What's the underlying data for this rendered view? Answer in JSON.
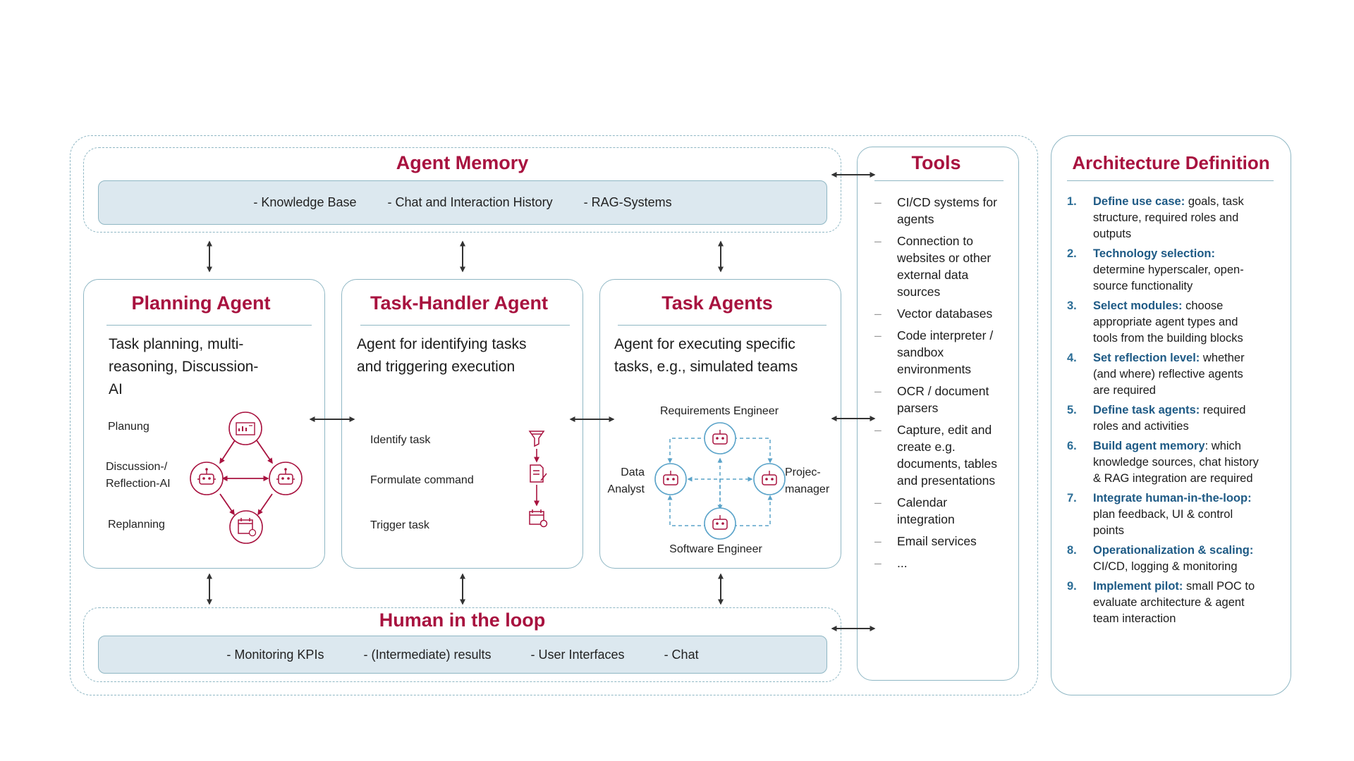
{
  "colors": {
    "accent": "#a8123f",
    "border": "#8fb7c4",
    "bar_fill": "#dce8ef",
    "arch_heading": "#1e5a85"
  },
  "memory": {
    "title": "Agent Memory",
    "items": [
      "- Knowledge Base",
      "- Chat and Interaction History",
      "- RAG-Systems"
    ]
  },
  "human": {
    "title": "Human in the loop",
    "items": [
      "- Monitoring KPIs",
      "- (Intermediate) results",
      "- User Interfaces",
      "- Chat"
    ]
  },
  "planning": {
    "title": "Planning Agent",
    "desc_lines": [
      "Task planning, multi-",
      "reasoning, Discussion-",
      "AI"
    ],
    "labels": {
      "planung": "Planung",
      "discussion_1": "Discussion-/",
      "discussion_2": "Reflection-AI",
      "replanning": "Replanning"
    },
    "icons": [
      "document-chart-icon",
      "robot-icon",
      "robot-icon",
      "calendar-icon"
    ]
  },
  "taskhandler": {
    "title": "Task-Handler Agent",
    "desc_lines": [
      "Agent for identifying tasks",
      "and triggering execution"
    ],
    "steps": [
      "Identify task",
      "Formulate command",
      "Trigger task"
    ],
    "icons": [
      "funnel-icon",
      "edit-document-icon",
      "calendar-icon"
    ]
  },
  "taskagents": {
    "title": "Task Agents",
    "desc_lines": [
      "Agent for executing specific",
      "tasks, e.g., simulated teams"
    ],
    "roles": {
      "top": "Requirements Engineer",
      "left_1": "Data",
      "left_2": "Analyst",
      "right_1": "Projec-",
      "right_2": "manager",
      "bottom": "Software Engineer"
    }
  },
  "tools": {
    "title": "Tools",
    "items": [
      [
        "CI/CD systems for",
        "agents"
      ],
      [
        "Connection to",
        "websites or other",
        "external data",
        "sources"
      ],
      [
        "Vector databases"
      ],
      [
        "Code interpreter /",
        "sandbox",
        "environments"
      ],
      [
        "OCR / document",
        "parsers"
      ],
      [
        "Capture, edit and",
        "create e.g.",
        "documents, tables",
        "and presentations"
      ],
      [
        "Calendar",
        "integration"
      ],
      [
        "Email services"
      ],
      [
        "..."
      ]
    ]
  },
  "architecture": {
    "title": "Architecture Definition",
    "items": [
      {
        "num": "1.",
        "head": "Define use case:",
        "lines": [
          " goals, task",
          "structure, required roles and",
          "outputs"
        ]
      },
      {
        "num": "2.",
        "head": "Technology selection:",
        "lines": [
          "",
          "determine hyperscaler, open-",
          "source functionality"
        ]
      },
      {
        "num": "3.",
        "head": "Select modules:",
        "lines": [
          " choose",
          "appropriate agent types and",
          "tools from the building blocks"
        ]
      },
      {
        "num": "4.",
        "head": "Set reflection level:",
        "lines": [
          " whether",
          "(and where) reflective agents",
          "are required"
        ]
      },
      {
        "num": "5.",
        "head": "Define task agents:",
        "lines": [
          " required",
          "roles and activities"
        ]
      },
      {
        "num": "6.",
        "head": "Build agent memory",
        "lines": [
          ": which",
          "knowledge sources, chat history",
          "& RAG integration are required"
        ]
      },
      {
        "num": "7.",
        "head": "Integrate human-in-the-loop:",
        "lines": [
          "",
          "plan feedback, UI & control",
          "points"
        ]
      },
      {
        "num": "8.",
        "head": "Operationalization & scaling:",
        "lines": [
          "",
          "CI/CD, logging & monitoring"
        ]
      },
      {
        "num": "9.",
        "head": "Implement pilot:",
        "lines": [
          " small POC to",
          "evaluate architecture & agent",
          "team interaction"
        ]
      }
    ]
  }
}
